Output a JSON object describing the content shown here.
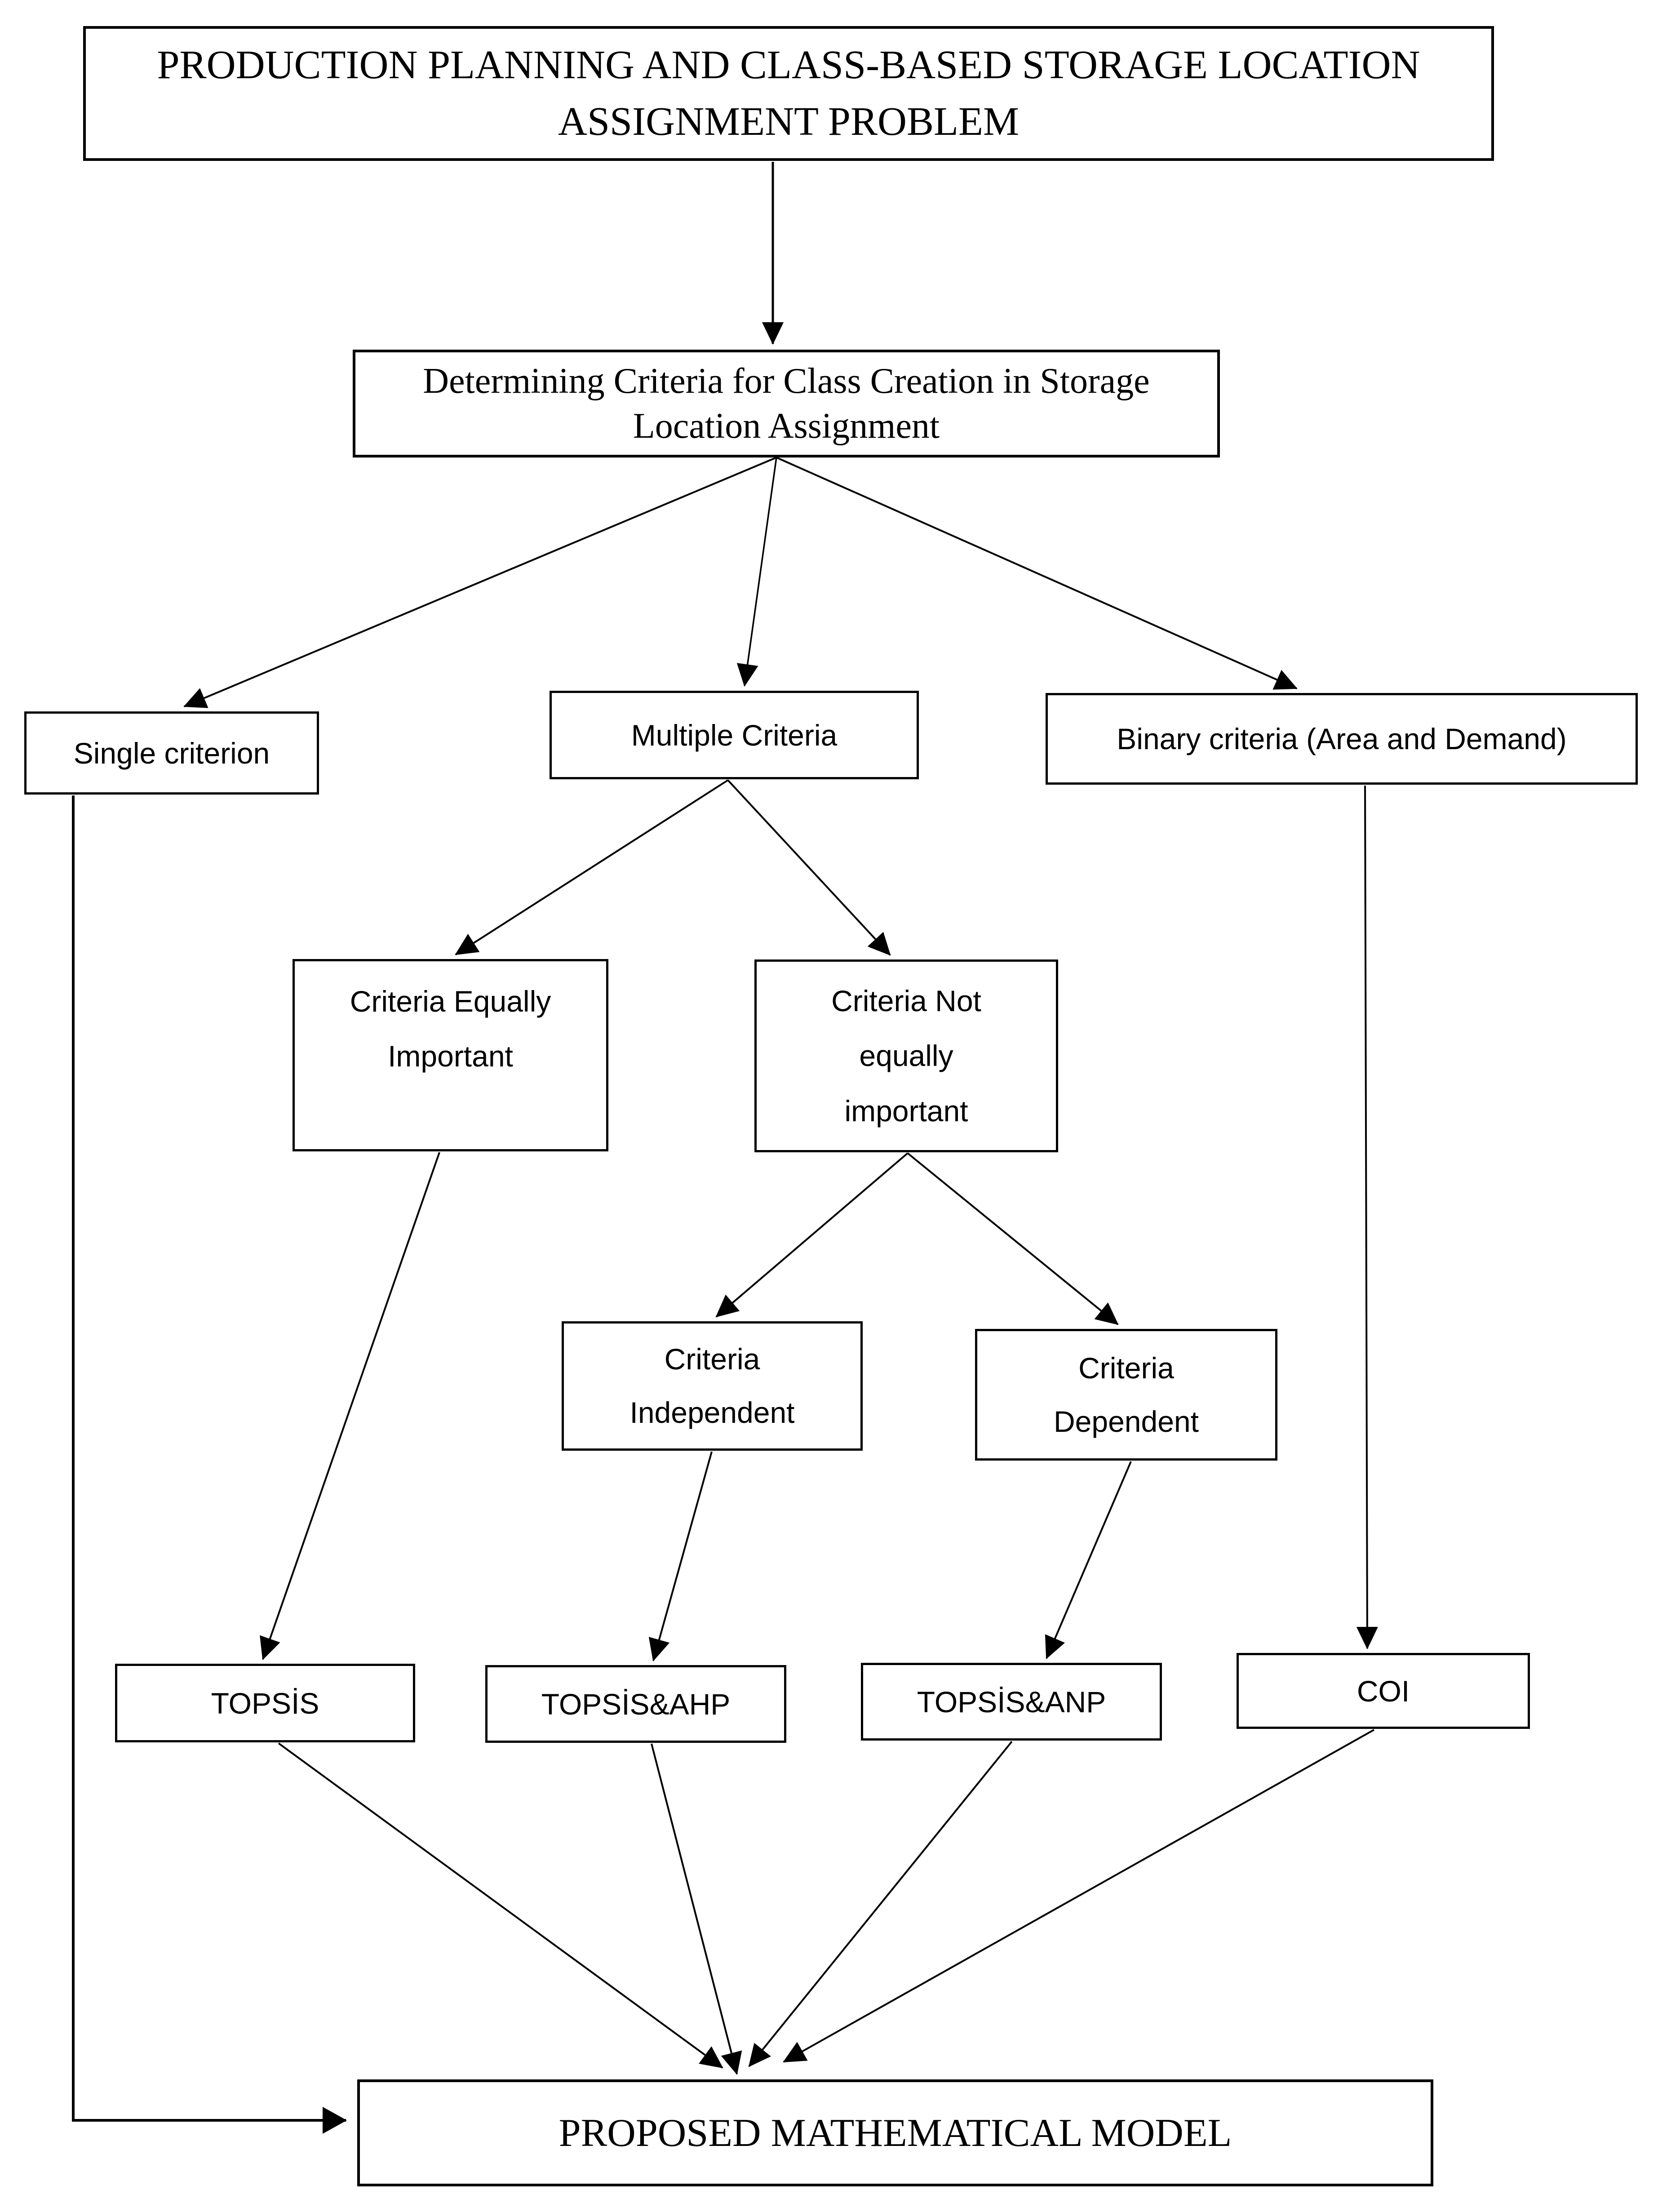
{
  "diagram": {
    "background_color": "#ffffff",
    "line_color": "#000000",
    "nodes": {
      "root": {
        "label": "PRODUCTION PLANNING AND CLASS-BASED STORAGE LOCATION ASSIGNMENT PROBLEM"
      },
      "determining": {
        "label": "Determining Criteria for Class Creation in Storage Location Assignment"
      },
      "single": {
        "label": "Single criterion"
      },
      "multiple": {
        "label": "Multiple Criteria"
      },
      "binary": {
        "label": "Binary criteria (Area and Demand)"
      },
      "equally": {
        "label": "Criteria Equally Important"
      },
      "not_equally": {
        "label": "Criteria Not equally important"
      },
      "independent": {
        "label": "Criteria Independent"
      },
      "dependent": {
        "label": "Criteria Dependent"
      },
      "topsis": {
        "label": "TOPSİS"
      },
      "topsis_ahp": {
        "label": "TOPSİS&AHP"
      },
      "topsis_anp": {
        "label": "TOPSİS&ANP"
      },
      "coi": {
        "label": "COI"
      },
      "proposed": {
        "label": "PROPOSED MATHEMATICAL MODEL"
      }
    },
    "edges": [
      {
        "from": "root",
        "to": "determining"
      },
      {
        "from": "determining",
        "to": "single"
      },
      {
        "from": "determining",
        "to": "multiple"
      },
      {
        "from": "determining",
        "to": "binary"
      },
      {
        "from": "multiple",
        "to": "equally"
      },
      {
        "from": "multiple",
        "to": "not_equally"
      },
      {
        "from": "not_equally",
        "to": "independent"
      },
      {
        "from": "not_equally",
        "to": "dependent"
      },
      {
        "from": "equally",
        "to": "topsis"
      },
      {
        "from": "independent",
        "to": "topsis_ahp"
      },
      {
        "from": "dependent",
        "to": "topsis_anp"
      },
      {
        "from": "binary",
        "to": "coi"
      },
      {
        "from": "topsis",
        "to": "proposed"
      },
      {
        "from": "topsis_ahp",
        "to": "proposed"
      },
      {
        "from": "topsis_anp",
        "to": "proposed"
      },
      {
        "from": "coi",
        "to": "proposed"
      },
      {
        "from": "single",
        "to": "proposed"
      }
    ]
  }
}
